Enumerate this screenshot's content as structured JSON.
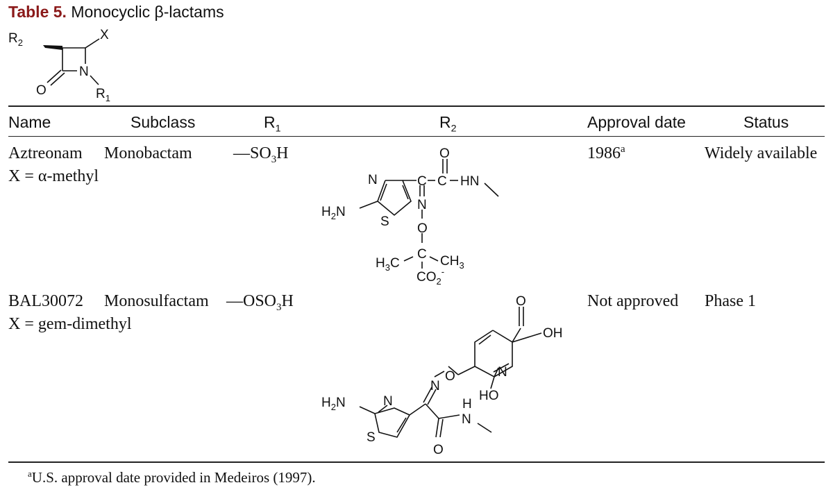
{
  "caption": {
    "label": "Table 5.",
    "title": "Monocyclic β-lactams"
  },
  "core_structure": {
    "r2": "R",
    "r2_sub": "2",
    "x": "X",
    "n": "N",
    "o": "O",
    "r1": "R",
    "r1_sub": "1"
  },
  "headers": {
    "name": "Name",
    "subclass": "Subclass",
    "r1": "R",
    "r1_sub": "1",
    "r2": "R",
    "r2_sub": "2",
    "approval": "Approval date",
    "status": "Status"
  },
  "rows": [
    {
      "name": "Aztreonam",
      "x_def": "X = α-methyl",
      "subclass": "Monobactam",
      "r1_pre": "—SO",
      "r1_sub": "3",
      "r1_post": "H",
      "approval": "1986",
      "approval_sup": "a",
      "status": "Widely available"
    },
    {
      "name": "BAL30072",
      "x_def": "X = gem-dimethyl",
      "subclass": "Monosulfactam",
      "r1_pre": "—OSO",
      "r1_sub": "3",
      "r1_post": "H",
      "approval": "Not approved",
      "status": "Phase 1"
    }
  ],
  "r2_structures": {
    "aztreonam": {
      "o": "O",
      "n": "N",
      "c": "C",
      "c2": "C",
      "hn": "HN",
      "h2n": "H",
      "h2n_sub": "2",
      "h2n_n": "N",
      "s": "S",
      "n2": "N",
      "o2": "O",
      "h3c": "H",
      "h3c_sub": "3",
      "h3c_c": "C",
      "c3": "C",
      "ch3": "CH",
      "ch3_sub": "3",
      "co2": "CO",
      "co2_sub": "2",
      "co2_sup": "-"
    },
    "bal30072": {
      "o_top": "O",
      "oh": "OH",
      "n_ox": "N",
      "o_ox": "O",
      "n_ring": "N",
      "ho": "HO",
      "h2n": "H",
      "h2n_sub": "2",
      "h2n_n": "N",
      "n_thz": "N",
      "s": "S",
      "h": "H",
      "n_amide": "N",
      "o_amide": "O"
    }
  },
  "footnote": {
    "sup": "a",
    "text": "U.S. approval date provided in Medeiros (1997)."
  }
}
